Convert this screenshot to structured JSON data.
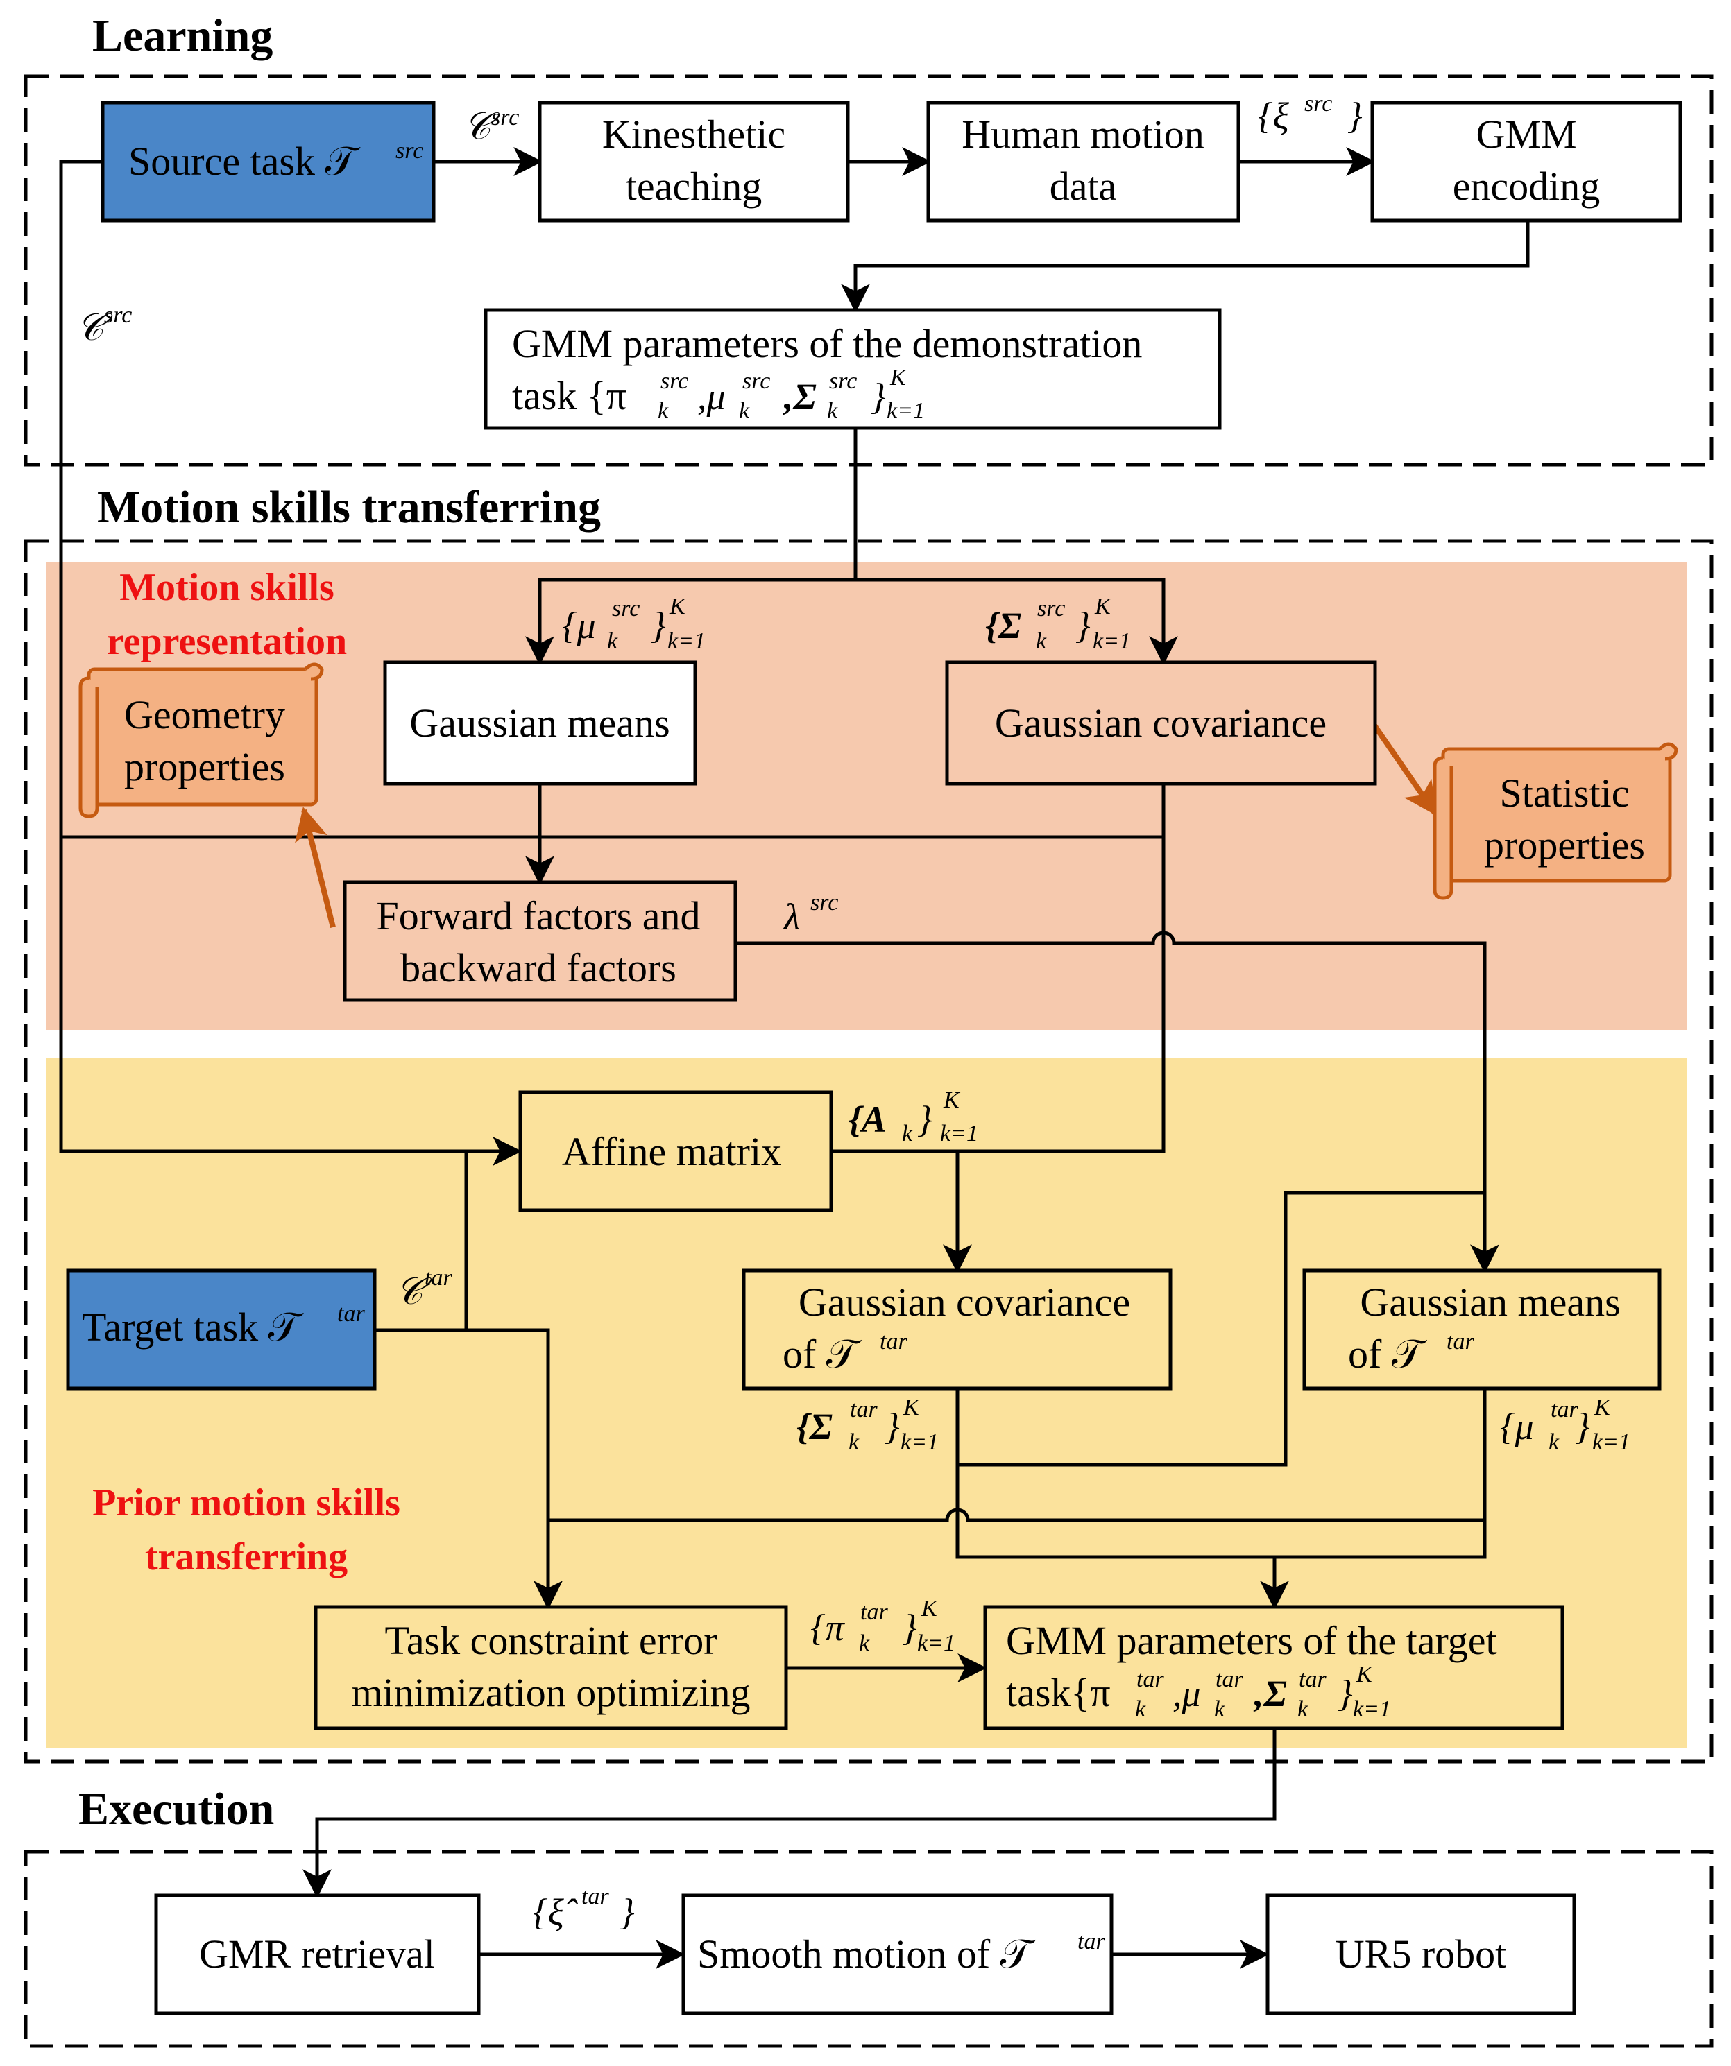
{
  "sections": {
    "learning": "Learning",
    "transfer": "Motion skills transferring",
    "execution": "Execution"
  },
  "regions": {
    "representation": [
      "Motion skills",
      "representation"
    ],
    "prior": [
      "Prior motion skills",
      "transferring"
    ]
  },
  "boxes": {
    "source_task": "Source task 𝒯",
    "source_task_sup": "src",
    "kinesthetic": [
      "Kinesthetic",
      "teaching"
    ],
    "human_motion": [
      "Human motion",
      "data"
    ],
    "gmm_encoding": [
      "GMM",
      "encoding"
    ],
    "gmm_params_demo": [
      "GMM parameters of the demonstration",
      "task  {π"
    ],
    "gmm_params_demo_tail": ",μ",
    "gaussian_means": "Gaussian means",
    "gaussian_covariance": "Gaussian covariance",
    "geometry": [
      "Geometry",
      "properties"
    ],
    "statistic": [
      "Statistic",
      "properties"
    ],
    "forward_backward": [
      "Forward factors and",
      "backward factors"
    ],
    "affine": "Affine matrix",
    "target_task": "Target task 𝒯",
    "target_task_sup": "tar",
    "cov_target": [
      "Gaussian covariance",
      "of 𝒯"
    ],
    "means_target": [
      "Gaussian means",
      "of 𝒯"
    ],
    "task_constraint": [
      "Task constraint error",
      "minimization optimizing"
    ],
    "gmm_params_target": [
      "GMM parameters of the target",
      "task{π"
    ],
    "gmr": "GMR retrieval",
    "smooth_motion": "Smooth motion of 𝒯",
    "ur5": "UR5 robot"
  },
  "labels": {
    "c_src": "𝒞",
    "src": "src",
    "tar": "tar",
    "xi_src": "{ξ",
    "xi_hat_tar": "{ξ̂",
    "mu_src": "{μ",
    "sigma_src": "{Σ",
    "lambda_src": "λ",
    "affine_out": "{A",
    "sigma_tar": "{Σ",
    "mu_tar": "{μ",
    "pi_tar": "{π",
    "k": "k",
    "K": "K",
    "k1": "k=1",
    "close": "}"
  },
  "colors": {
    "source_fill": "#4a86c8",
    "representation_bg": "#f6c9ae",
    "prior_bg": "#fbe29c",
    "scroll_fill": "#f4b183",
    "scroll_stroke": "#c55a11",
    "arrow_orange": "#c55a11",
    "red_text": "#ee1111"
  }
}
